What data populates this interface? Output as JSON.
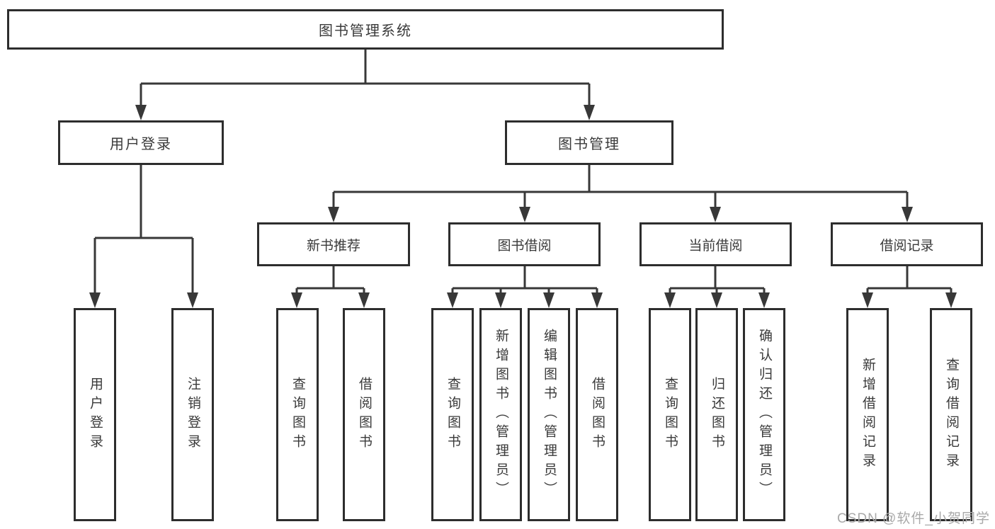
{
  "colors": {
    "background": "#ffffff",
    "border": "#2d2d2d",
    "line": "#383838",
    "text": "#3a3a3a",
    "watermark": "#a9a9a9"
  },
  "tree": {
    "root": {
      "label": "图书管理系统"
    },
    "level2": [
      {
        "label": "用户登录"
      },
      {
        "label": "图书管理"
      }
    ],
    "level3": [
      {
        "label": "新书推荐"
      },
      {
        "label": "图书借阅"
      },
      {
        "label": "当前借阅"
      },
      {
        "label": "借阅记录"
      }
    ],
    "leaves": [
      {
        "label": "用户登录"
      },
      {
        "label": "注销登录"
      },
      {
        "label": "查询图书"
      },
      {
        "label": "借阅图书"
      },
      {
        "label": "查询图书"
      },
      {
        "label": "新增图书（管理员）"
      },
      {
        "label": "编辑图书（管理员）"
      },
      {
        "label": "借阅图书"
      },
      {
        "label": "查询图书"
      },
      {
        "label": "归还图书"
      },
      {
        "label": "确认归还（管理员）"
      },
      {
        "label": "新增借阅记录"
      },
      {
        "label": "查询借阅记录"
      }
    ]
  },
  "watermark": {
    "text": "CSDN @软件_小贺同学"
  }
}
